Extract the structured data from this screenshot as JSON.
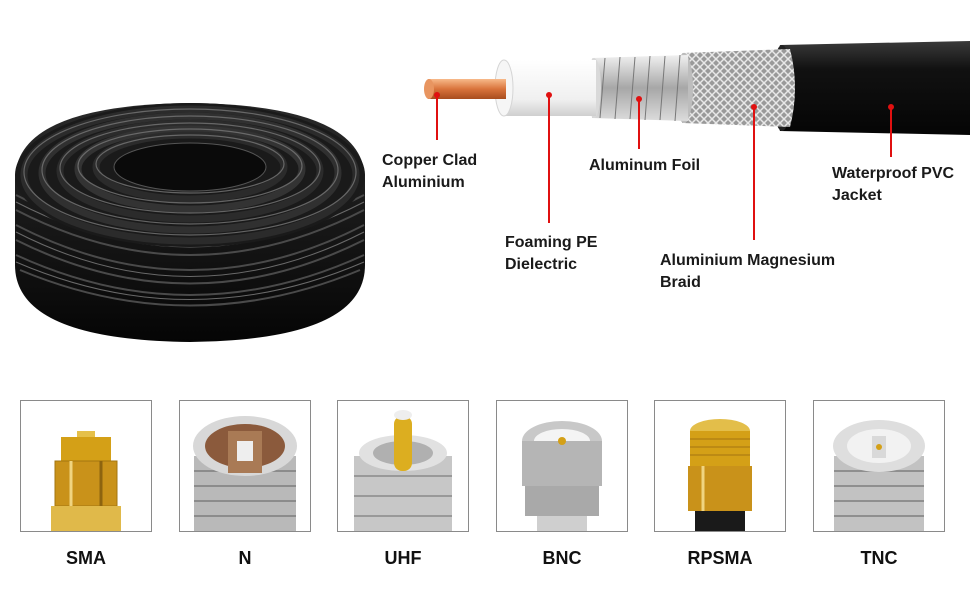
{
  "cable_layers": {
    "copper_clad": "Copper Clad\nAluminium",
    "foaming_pe": "Foaming PE\nDielectric",
    "aluminum_foil": "Aluminum Foil",
    "braid": "Aluminium Magnesium\nBraid",
    "jacket": "Waterproof PVC\nJacket"
  },
  "connectors": [
    {
      "label": "SMA",
      "icon": "sma-connector-icon"
    },
    {
      "label": "N",
      "icon": "n-connector-icon"
    },
    {
      "label": "UHF",
      "icon": "uhf-connector-icon"
    },
    {
      "label": "BNC",
      "icon": "bnc-connector-icon"
    },
    {
      "label": "RPSMA",
      "icon": "rpsma-connector-icon"
    },
    {
      "label": "TNC",
      "icon": "tnc-connector-icon"
    }
  ],
  "colors": {
    "leader": "#e01010",
    "gold": "#d4a017",
    "silver": "#c9c9c9",
    "cable": "#151515"
  }
}
